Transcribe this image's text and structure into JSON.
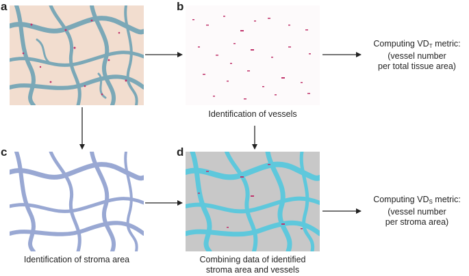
{
  "panels": {
    "a": {
      "letter": "a"
    },
    "b": {
      "letter": "b",
      "caption": "Identification of vessels"
    },
    "c": {
      "letter": "c",
      "caption": "Identification of stroma area"
    },
    "d": {
      "letter": "d",
      "caption_line1": "Combining data of identified",
      "caption_line2": "stroma area and vessels"
    }
  },
  "metrics": {
    "top": {
      "prefix": "Computing VD",
      "subscript": "T",
      "suffix": " metric:",
      "line2": "(vessel number",
      "line3": "per total tissue area)"
    },
    "bottom": {
      "prefix": "Computing VD",
      "subscript": "S",
      "suffix": " metric:",
      "line2": "(vessel number",
      "line3": "per stroma area)"
    }
  },
  "colors": {
    "tissue_bg": "#f2ddcf",
    "stroma_stain": "#6fa3b5",
    "vessel": "#c0326a",
    "stroma_blue": "#8e9fcf",
    "overlay_gray": "#c8c8c8",
    "overlay_cyan": "#5ec8dc"
  }
}
